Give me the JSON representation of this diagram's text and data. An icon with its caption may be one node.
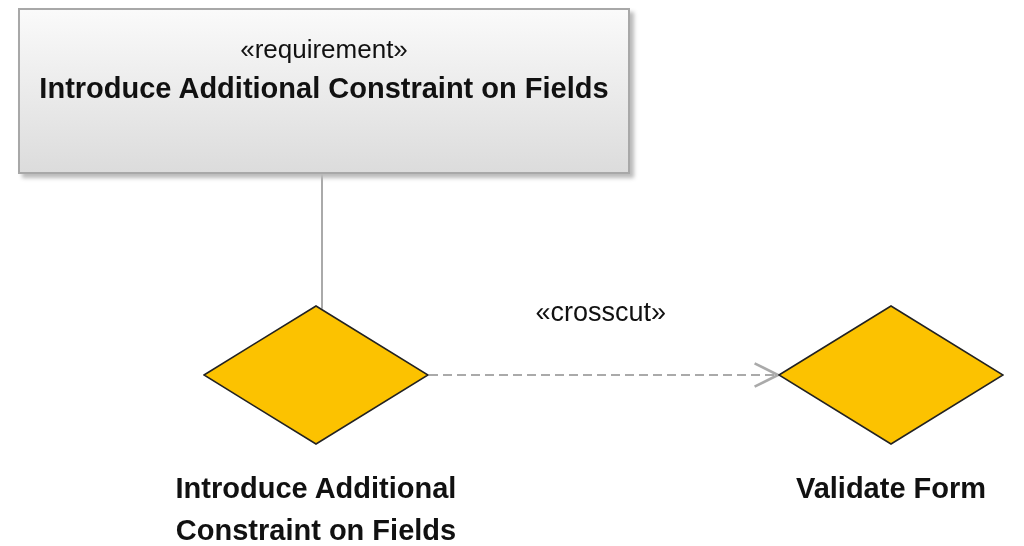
{
  "diagram": {
    "nodes": [
      {
        "text": [
          "«requirement»",
          "Introduce Additional Constraint on Fields"
        ]
      },
      {
        "text": [
          "Introduce Additional Constraint on Fields"
        ]
      },
      {
        "text": [
          "Validate Form"
        ]
      }
    ],
    "edges": [
      {
        "from": 0,
        "to": 1,
        "arrow": "none"
      },
      {
        "from": 1,
        "to": 2,
        "arrow": "to",
        "style": "dashed",
        "label": "«crosscut»"
      }
    ]
  }
}
